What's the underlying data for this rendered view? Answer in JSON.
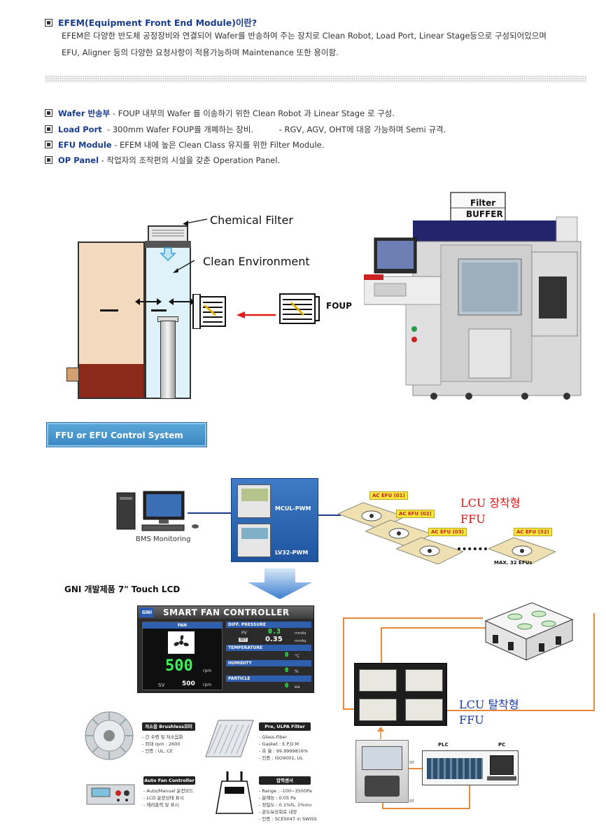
{
  "intro": {
    "title": "EFEM(Equipment Front End Module)이란?",
    "line1": "EFEM은 다양한 반도체 공정장비와 연결되어 Wafer를 반송하여 주는 장치로 Clean Robot, Load Port, Linear Stage등으로 구성되어있으며",
    "line2": "EFU, Aligner 등의 다양한 요청사항이 적용가능하며 Maintenance 또한 용이함."
  },
  "features": [
    {
      "key": "Wafer 반송부",
      "desc": " - FOUP 내부의 Wafer 를 이송하기 위한 Clean Robot 과 Linear Stage 로 구성."
    },
    {
      "key": "Load Port",
      "desc": "  - 300mm Wafer FOUP를 개폐하는 장비.          - RGV, AGV, OHT에 대응 가능하며 Semi 규격."
    },
    {
      "key": "EFU Module",
      "desc": " - EFEM 내에 높은 Clean Class 유지를 위한 Filter Module."
    },
    {
      "key": "OP Panel",
      "desc": " - 작업자의 조작편의 시설을 갖춘 Operation Panel."
    }
  ],
  "schematic": {
    "chemical_filter": "Chemical Filter",
    "clean_environment": "Clean Environment",
    "foup": "FOUP"
  },
  "machine": {
    "filter": "Filter",
    "buffer": "BUFFER"
  },
  "section": {
    "title": "FFU or EFU Control System"
  },
  "control": {
    "bms": "BMS Monitoring",
    "mcul": "MCUL-PWM",
    "lv32": "LV32-PWM",
    "efus": [
      "AC EFU (01)",
      "AC EFU (02)",
      "AC EFU (03)",
      "AC EFU (32)"
    ],
    "max": "MAX. 32 EFUs",
    "lcu_mount_1": "LCU  장착형",
    "lcu_mount_2": "FFU",
    "lcu_remove_1": "LCU  탈착형",
    "lcu_remove_2": "FFU",
    "gni": "GNI 개발제품 7\" Touch LCD"
  },
  "sfc": {
    "logo": "GNI",
    "title": "SMART FAN CONTROLLER",
    "fan": "FAN",
    "big": "500",
    "sv": "SV",
    "sv_val": "500",
    "unit_rpm": "rpm",
    "diff": "DIFF. PRESSURE",
    "pv": "PV",
    "pv_val": "0.3",
    "set": "SET",
    "set_val": "0.35",
    "unit_p": "mmAq",
    "temp": "TEMPERATURE",
    "temp_val": "0",
    "temp_unit": "°C",
    "hum": "HUMIDITY",
    "hum_val": "0",
    "hum_unit": "%",
    "part": "PARTICLE",
    "part_val": "0",
    "part_unit": "ea"
  },
  "parts": {
    "motor": {
      "tag": "저소음 Brushless모터",
      "lines": [
        "- 긴 수명 및 저소음화",
        "- 최대 rpm : 2600",
        "- 인증 : UL, CE"
      ]
    },
    "filter": {
      "tag": "Pre, ULPA Filter",
      "lines": [
        "- Glass-Fiber",
        "- Gasket : E.P.D.M",
        "- 효 율 : 99.9999816%",
        "- 인증 : ISO9001, UL"
      ]
    },
    "afc": {
      "tag": "Auto Fan Controller",
      "lines": [
        "- Auto/Manual 운전모드",
        "- LCD 운전상태 표시",
        "- 에러출력 및 표시"
      ]
    },
    "sensor": {
      "tag": "압력센서",
      "lines": [
        "- Range : -100~3500Pa",
        "- 분해능 : 0.05 Pa",
        "- 정밀도 : 0.1%fs, 1%mv",
        "- 온도보상회로 내장",
        "- 인증 : SCES047 in SWISS"
      ]
    }
  },
  "plc": {
    "plc": "PLC",
    "pc": "PC",
    "or1": "or",
    "or2": "or"
  },
  "colors": {
    "brand_blue": "#1a3c8c",
    "orange": "#e8883a",
    "lcu_red": "#dd1111",
    "lcu_blue": "#1a3aa8"
  }
}
